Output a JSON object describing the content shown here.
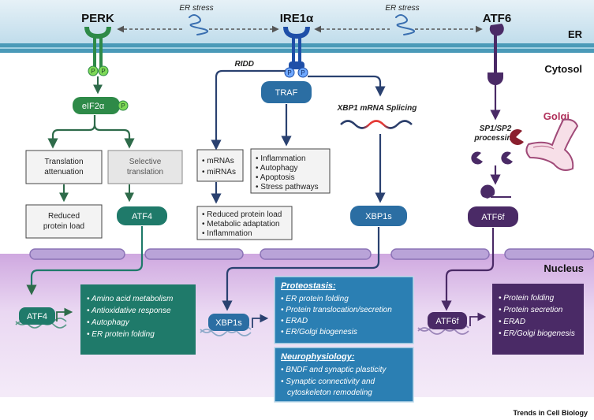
{
  "pathways": {
    "perk": "PERK",
    "ire1a": "IRE1α",
    "atf6": "ATF6"
  },
  "er_stress": [
    "ER stress",
    "ER stress"
  ],
  "regions": {
    "er": "ER",
    "cytosol": "Cytosol",
    "golgi": "Golgi",
    "nucleus": "Nucleus"
  },
  "phospho": "P",
  "perk_branch": {
    "eif2a": "eIF2α",
    "translation_attenuation": [
      "Translation",
      "attenuation"
    ],
    "selective_translation": [
      "Selective",
      "translation"
    ],
    "reduced_protein_load": [
      "Reduced",
      "protein load"
    ],
    "atf4": "ATF4",
    "nuclear_atf4": "ATF4",
    "atf4_targets": [
      "Amino acid metabolism",
      "Antioxidative response",
      "Autophagy",
      "ER protein folding"
    ]
  },
  "ire1_branch": {
    "ridd": "RIDD",
    "traf": "TRAF",
    "mrnas": [
      "mRNAs",
      "miRNAs"
    ],
    "traf_outputs": [
      "Inflammation",
      "Autophagy",
      "Apoptosis",
      "Stress pathways"
    ],
    "ridd_outputs": [
      "Reduced protein load",
      "Metabolic adaptation",
      "Inflammation"
    ],
    "xbp1_splicing": "XBP1 mRNA Splicing",
    "xbp1s": "XBP1s",
    "nuclear_xbp1s": "XBP1s",
    "proteostasis_title": "Proteostasis:",
    "proteostasis_items": [
      "ER protein folding",
      "Protein translocation/secretion",
      "ERAD",
      "ER/Golgi biogenesis"
    ],
    "neuro_title": "Neurophysiology:",
    "neuro_items": [
      "BNDF and synaptic plasticity",
      "Synaptic connectivity and",
      "cytoskeleton remodeling"
    ]
  },
  "atf6_branch": {
    "processing": [
      "SP1/SP2",
      "processing"
    ],
    "atf6f": "ATF6f",
    "nuclear_atf6f": "ATF6f",
    "atf6_targets": [
      "Protein folding",
      "Protein secretion",
      "ERAD",
      "ER/Golgi biogenesis"
    ]
  },
  "credit": "Trends in Cell Biology",
  "colors": {
    "perk_green": "#2e8a48",
    "atf4_teal": "#1f7a6a",
    "ire1_blue": "#1f4fa8",
    "xbp1_blue": "#2b6ea3",
    "atf6_purple": "#4a2a66",
    "nucleus": "#d7b7e6",
    "er_band": "#cfe3ef"
  }
}
